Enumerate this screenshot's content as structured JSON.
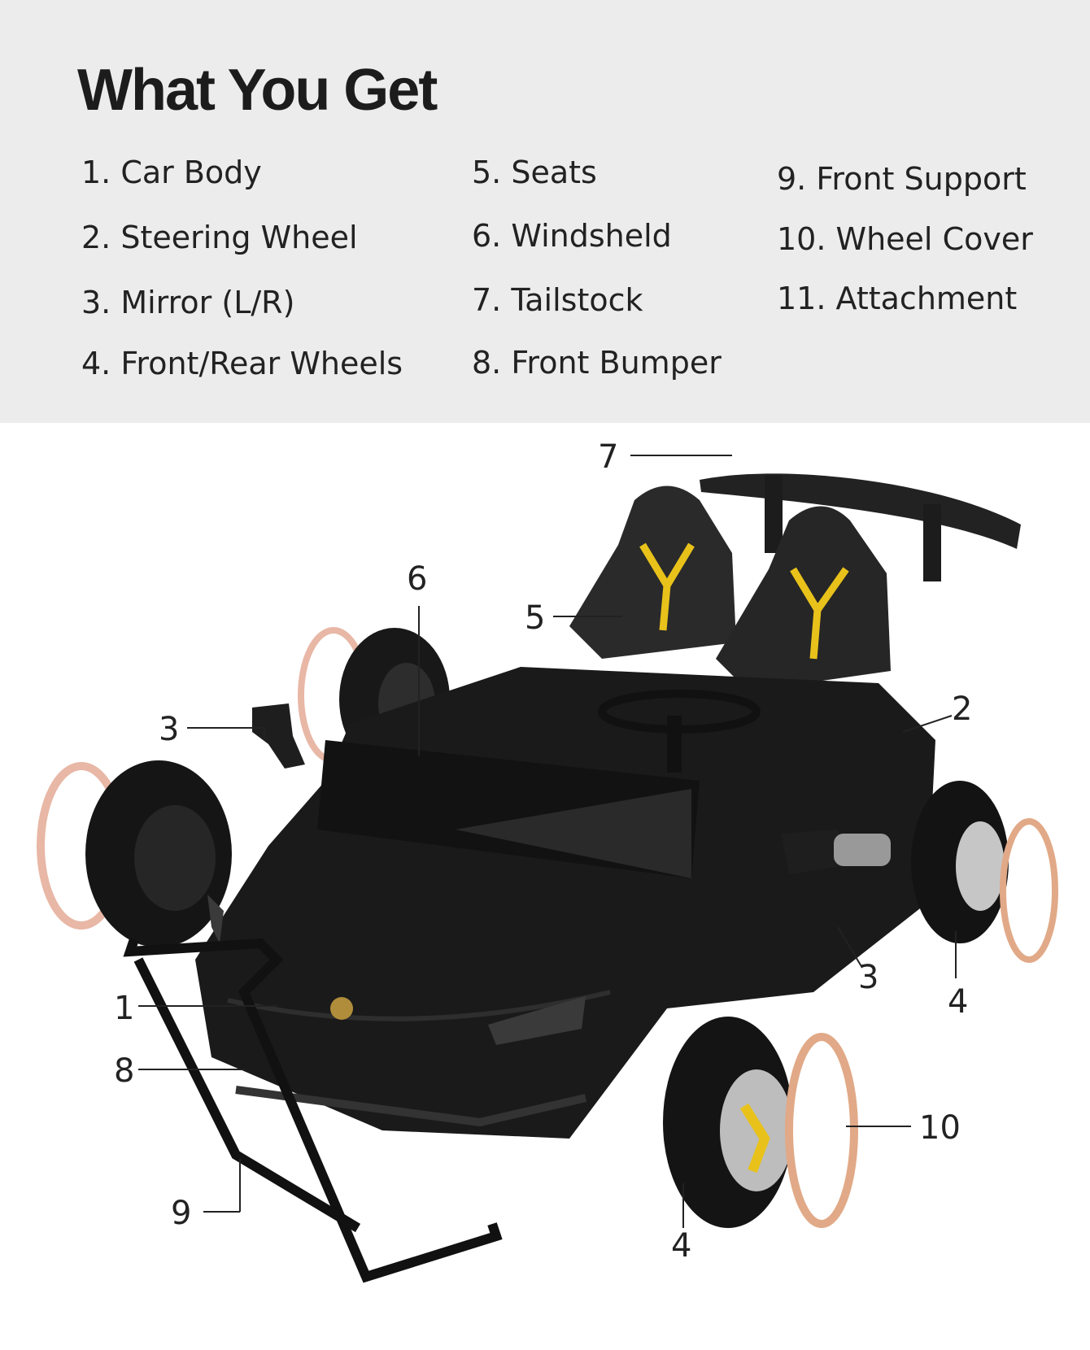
{
  "header": {
    "title": "What You Get",
    "items": [
      {
        "label": "1. Car Body"
      },
      {
        "label": "2. Steering Wheel"
      },
      {
        "label": "3. Mirror (L/R)"
      },
      {
        "label": "4. Front/Rear Wheels"
      },
      {
        "label": "5. Seats"
      },
      {
        "label": "6. Windsheld"
      },
      {
        "label": "7. Tailstock"
      },
      {
        "label": "8. Front Bumper"
      },
      {
        "label": "9. Front Support"
      },
      {
        "label": "10. Wheel Cover"
      },
      {
        "label": "11. Attachment"
      }
    ]
  },
  "callouts": [
    "7",
    "6",
    "5",
    "3",
    "2",
    "1",
    "8",
    "9",
    "4",
    "3",
    "4",
    "10"
  ],
  "colors": {
    "header_bg": "#ececec",
    "car_body": "#1a1a1a",
    "accent_yellow": "#e8c21a",
    "wheel_cover": "#e8b7a6"
  }
}
